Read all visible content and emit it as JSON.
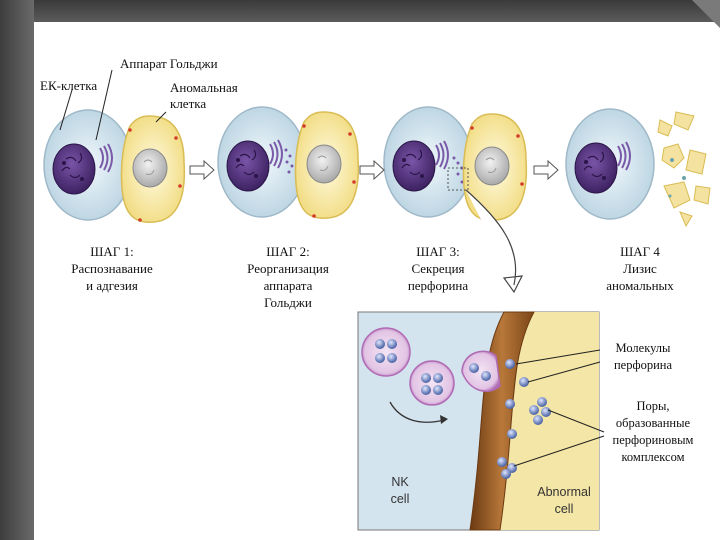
{
  "labels": {
    "golgi": "Аппарат Гольджи",
    "nk_cell": "ЕК-клетка",
    "abnormal": "Аномальная\nклетка"
  },
  "steps": [
    {
      "title": "ШАГ 1:",
      "line1": "Распознавание",
      "line2": "и адгезия",
      "line3": ""
    },
    {
      "title": "ШАГ 2:",
      "line1": "Реорганизация",
      "line2": "аппарата",
      "line3": "Гольджи"
    },
    {
      "title": "ШАГ 3:",
      "line1": "Секреция",
      "line2": "перфорина",
      "line3": ""
    },
    {
      "title": "ШАГ 4",
      "line1": "Лизис",
      "line2": "аномальных",
      "line3": ""
    }
  ],
  "inset": {
    "nk_label_1": "NK",
    "nk_label_2": "cell",
    "abn_label_1": "Abnormal",
    "abn_label_2": "cell",
    "perforin_1": "Молекулы",
    "perforin_2": "перфорина",
    "pores_1": "Поры,",
    "pores_2": "образованные",
    "pores_3": "перфориновым",
    "pores_4": "комплексом"
  },
  "colors": {
    "nk_cytoplasm": "#d6e6ef",
    "nucleus": "#5b3a86",
    "abnormal_cytoplasm": "#f7e9a6",
    "membrane_brown": "#8a4f1f",
    "vesicle": "#c48ac8",
    "granule": "#6f86c4"
  }
}
